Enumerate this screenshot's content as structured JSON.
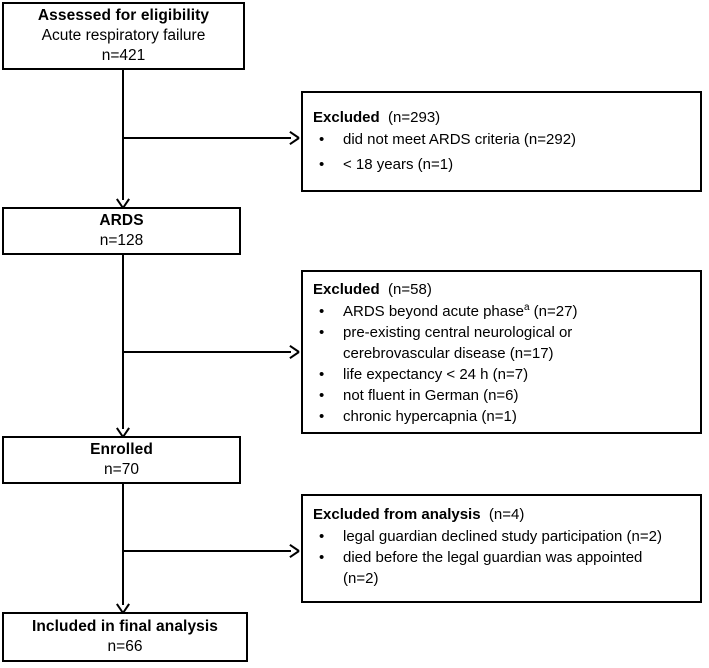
{
  "diagram": {
    "type": "consort-flow-diagram",
    "title_box": {
      "name": "assessed-for-eligibility",
      "line1": "Assessed  for eligibility",
      "line2": "Acute respiratory failure",
      "line3": "n=421"
    },
    "nodes": [
      {
        "name": "ards",
        "line1": "ARDS",
        "line2": "n=128"
      },
      {
        "name": "enrolled",
        "line1": "Enrolled",
        "line2": "n=70"
      },
      {
        "name": "included-in-final-analysis",
        "line1": "Included  in final analysis",
        "line2": "n=66"
      }
    ],
    "exclusions": [
      {
        "name": "excluded-after-screening",
        "head_label": "Excluded",
        "head_count": "(n=293)",
        "items": [
          {
            "text": "did not meet ARDS criteria (n=292)",
            "superscript": ""
          },
          {
            "text": "< 18 years (n=1)",
            "superscript": ""
          }
        ]
      },
      {
        "name": "excluded-before-enrollment",
        "head_label": "Excluded",
        "head_count": "(n=58)",
        "items": [
          {
            "text_before": "ARDS beyond acute phase",
            "superscript": "a",
            "text_after": " (n=27)"
          },
          {
            "text": "pre-existing central neurological or",
            "superscript": ""
          },
          {
            "text": "cerebrovascular disease (n=17)",
            "superscript": "",
            "continuation": true
          },
          {
            "text": "life expectancy < 24 h (n=7)",
            "superscript": ""
          },
          {
            "text": "not fluent in German (n=6)",
            "superscript": ""
          },
          {
            "text": "chronic hypercapnia (n=1)",
            "superscript": ""
          }
        ]
      },
      {
        "name": "excluded-from-analysis",
        "head_label": "Excluded from analysis",
        "head_count": "(n=4)",
        "items": [
          {
            "text": "legal guardian declined study participation (n=2)",
            "superscript": ""
          },
          {
            "text": "died before the legal guardian was appointed",
            "superscript": ""
          },
          {
            "text": "(n=2)",
            "superscript": "",
            "continuation": true
          }
        ]
      }
    ],
    "colors": {
      "stroke": "#000000",
      "background": "#ffffff",
      "text": "#000000"
    }
  }
}
